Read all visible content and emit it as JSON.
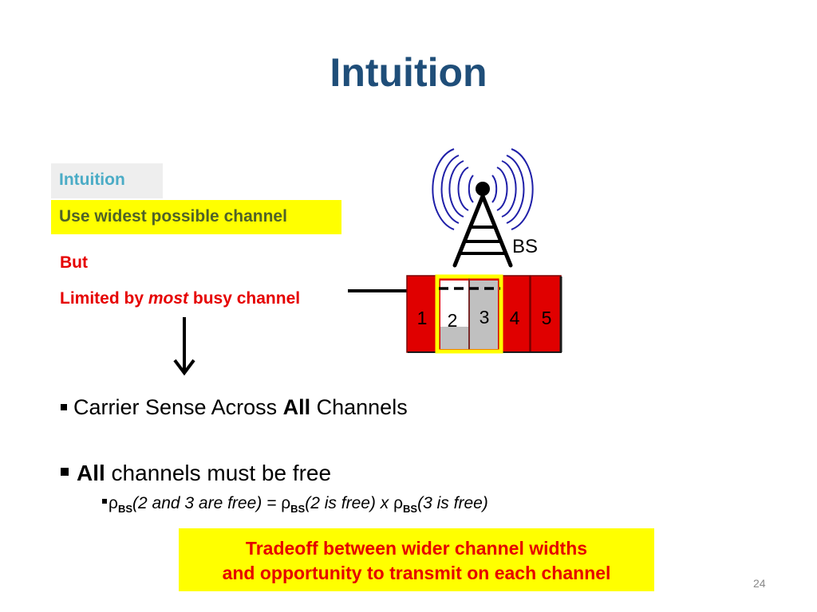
{
  "title": "Intuition",
  "intuition_box": "Intuition",
  "widest_box": "Use widest possible channel",
  "but": "But",
  "limited": {
    "prefix": "Limited by ",
    "emphasis": "most",
    "suffix": " busy channel"
  },
  "diagram": {
    "bs_label": "BS",
    "channels": [
      "1",
      "2",
      "3",
      "4",
      "5"
    ],
    "colors": {
      "channel": "#e00000",
      "free": "#c0c0c0",
      "highlight": "#ffff00",
      "antenna": "#1f1fa8"
    }
  },
  "bullets": {
    "carrier_sense": {
      "pre": "Carrier Sense Across ",
      "bold": "All",
      "post": " Channels"
    },
    "all_free": {
      "bold": "All",
      "post": " channels must be free"
    },
    "formula": {
      "rho1": "ρ",
      "sub1": "BS",
      "t1": "(2 and 3 are free) = ",
      "rho2": "ρ",
      "sub2": "BS",
      "t2": "(2 is free) x ",
      "rho3": "ρ",
      "sub3": "BS",
      "t3": "(3 is free)"
    }
  },
  "tradeoff": {
    "line1": "Tradeoff between wider channel widths",
    "line2": "and opportunity to transmit on each channel"
  },
  "slide_number": "24"
}
